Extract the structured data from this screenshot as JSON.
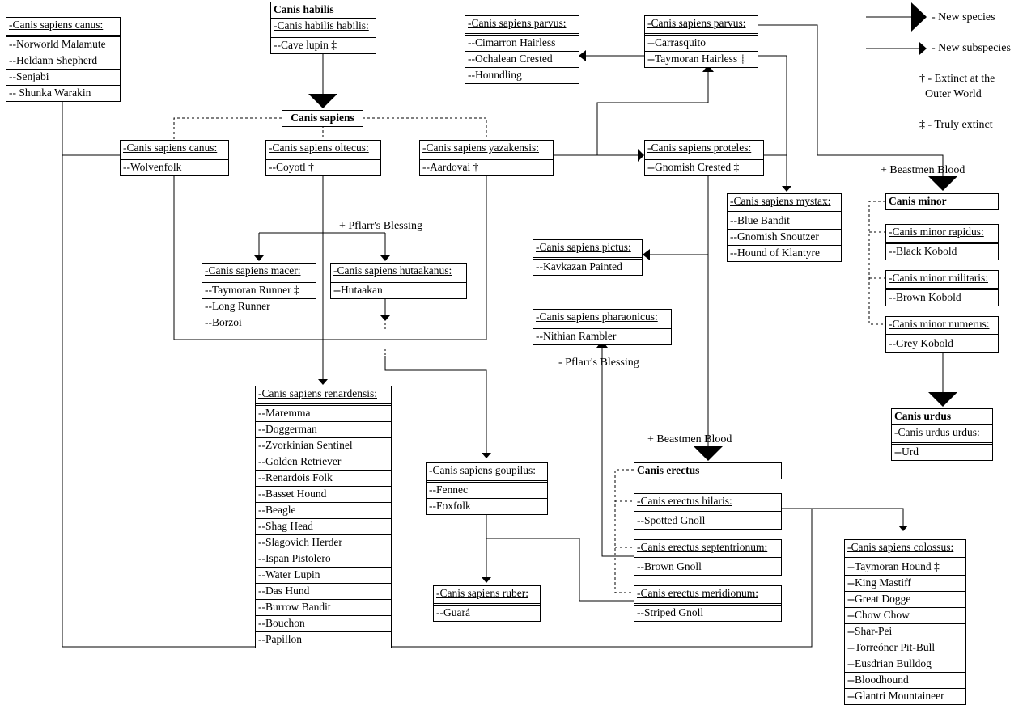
{
  "boxes": {
    "canus_top": {
      "header": "-Canis sapiens canus:",
      "items": [
        "--Norworld Malamute",
        "--Heldann Shepherd",
        "--Senjabi",
        "-- Shunka Warakin"
      ]
    },
    "habilis": {
      "header": "Canis habilis",
      "sub": "-Canis habilis habilis:",
      "items": [
        "--Cave lupin ‡"
      ]
    },
    "parvus_left": {
      "header": "-Canis sapiens parvus:",
      "items": [
        "--Cimarron Hairless",
        "--Ochalean Crested",
        "--Houndling"
      ]
    },
    "parvus_right": {
      "header": "-Canis sapiens parvus:",
      "items": [
        "--Carrasquito",
        "--Taymoran Hairless ‡"
      ]
    },
    "sapiens": {
      "header": "Canis sapiens"
    },
    "canus": {
      "header": "-Canis sapiens canus:",
      "items": [
        "--Wolvenfolk"
      ]
    },
    "oltecus": {
      "header": "-Canis sapiens oltecus:",
      "items": [
        "--Coyotl †"
      ]
    },
    "yazakensis": {
      "header": "-Canis sapiens yazakensis:",
      "items": [
        "--Aardovai †"
      ]
    },
    "proteles": {
      "header": "-Canis sapiens proteles:",
      "items": [
        "--Gnomish Crested ‡"
      ]
    },
    "mystax": {
      "header": "-Canis sapiens mystax:",
      "items": [
        "--Blue Bandit",
        "--Gnomish Snoutzer",
        "--Hound of Klantyre"
      ]
    },
    "pictus": {
      "header": "-Canis sapiens pictus:",
      "items": [
        "--Kavkazan Painted"
      ]
    },
    "macer": {
      "header": "-Canis sapiens macer:",
      "items": [
        "--Taymoran Runner ‡",
        "--Long Runner",
        "--Borzoi"
      ]
    },
    "hutaakanus": {
      "header": "-Canis sapiens hutaakanus:",
      "items": [
        "--Hutaakan"
      ]
    },
    "pharaonicus": {
      "header": "-Canis sapiens pharaonicus:",
      "items": [
        "--Nithian Rambler"
      ]
    },
    "renardensis": {
      "header": "-Canis sapiens renardensis:",
      "items": [
        "--Maremma",
        "--Doggerman",
        "--Zvorkinian Sentinel",
        "--Golden Retriever",
        "--Renardois Folk",
        "--Basset Hound",
        "--Beagle",
        "--Shag Head",
        "--Slagovich Herder",
        "--Ispan Pistolero",
        "--Water Lupin",
        "--Das Hund",
        "--Burrow Bandit",
        "--Bouchon",
        "--Papillon"
      ]
    },
    "goupilus": {
      "header": "-Canis sapiens goupilus:",
      "items": [
        "--Fennec",
        "--Foxfolk"
      ]
    },
    "ruber": {
      "header": "-Canis sapiens ruber:",
      "items": [
        "--Guará"
      ]
    },
    "erectus": {
      "header": "Canis erectus"
    },
    "hilaris": {
      "header": "-Canis erectus hilaris:",
      "items": [
        "--Spotted Gnoll"
      ]
    },
    "septentrionum": {
      "header": "-Canis erectus septentrionum:",
      "items": [
        "--Brown Gnoll"
      ]
    },
    "meridionum": {
      "header": "-Canis erectus meridionum:",
      "items": [
        "--Striped Gnoll"
      ]
    },
    "minor": {
      "header": "Canis minor"
    },
    "rapidus": {
      "header": "-Canis minor rapidus:",
      "items": [
        "--Black Kobold"
      ]
    },
    "militaris": {
      "header": "-Canis minor militaris:",
      "items": [
        "--Brown Kobold"
      ]
    },
    "numerus": {
      "header": "-Canis minor numerus:",
      "items": [
        "--Grey Kobold"
      ]
    },
    "urdus": {
      "header": "Canis urdus",
      "sub": "-Canis urdus urdus:",
      "items": [
        "--Urd"
      ]
    },
    "colossus": {
      "header": "-Canis sapiens colossus:",
      "items": [
        "--Taymoran Hound ‡",
        "--King Mastiff",
        "--Great Dogge",
        "--Chow Chow",
        "--Shar-Pei",
        "--Torreóner Pit-Bull",
        "--Eusdrian Bulldog",
        "--Bloodhound",
        "--Glantri Mountaineer"
      ]
    }
  },
  "labels": {
    "pflarr_plus": "+ Pflarr's Blessing",
    "pflarr_minus": "- Pflarr's Blessing",
    "beastmen_1": "+ Beastmen Blood",
    "beastmen_2": "+ Beastmen Blood"
  },
  "legend": {
    "new_species": "- New species",
    "new_subspecies": "- New subspecies",
    "extinct_outer": "† - Extinct at the",
    "extinct_outer_2": "Outer World",
    "truly_extinct": "‡ - Truly extinct"
  }
}
